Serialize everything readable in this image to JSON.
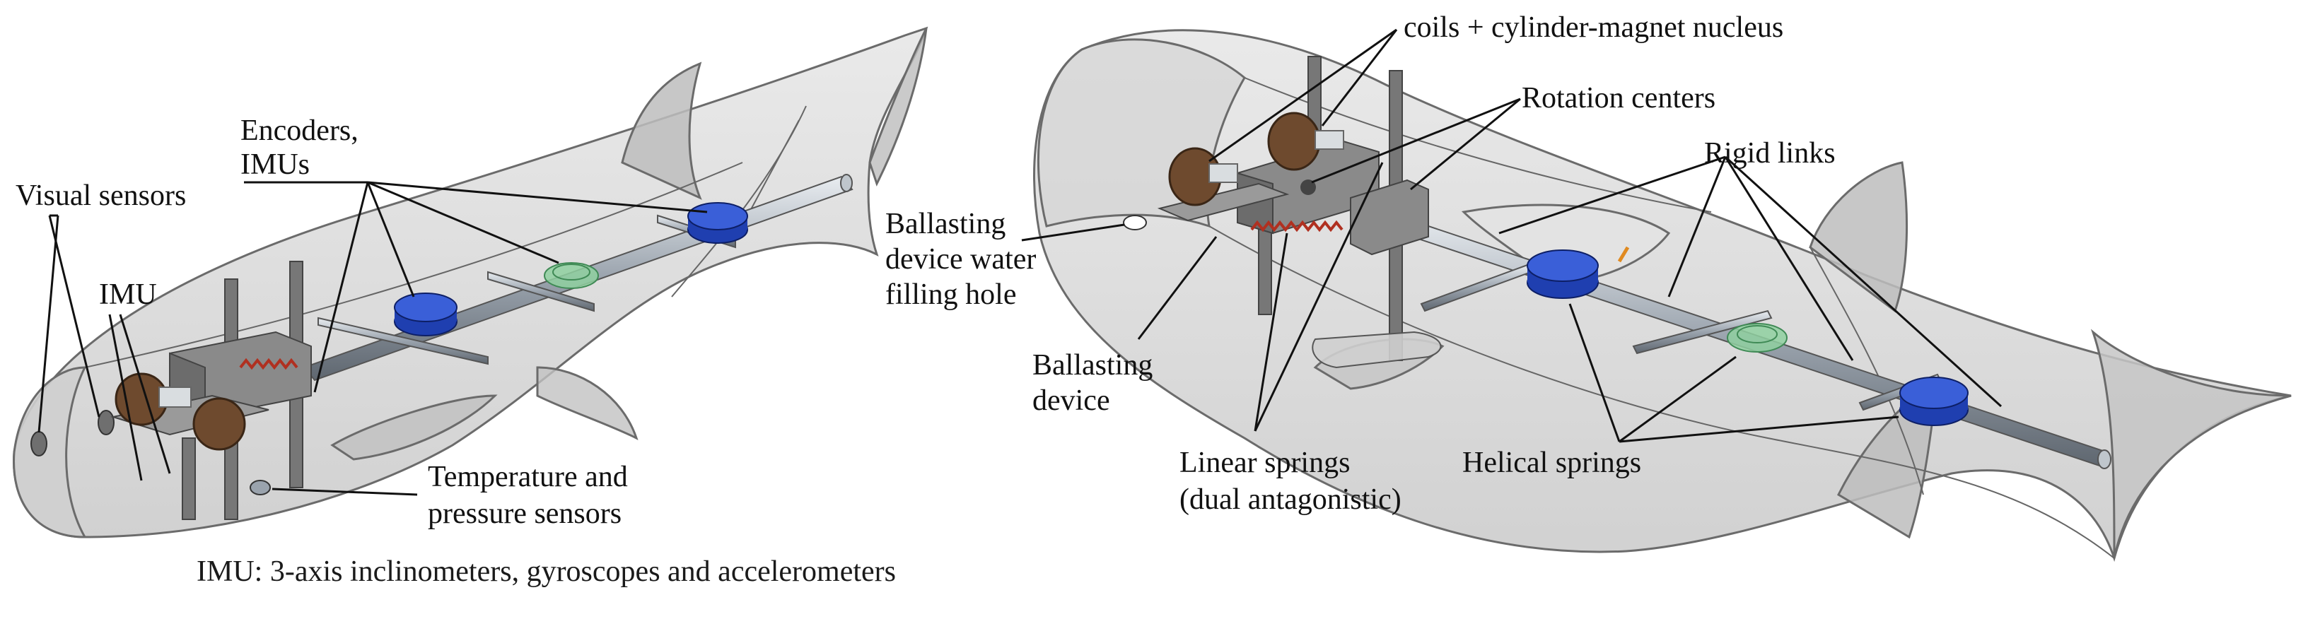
{
  "left_figure": {
    "labels": {
      "visual_sensors": "Visual sensors",
      "imu": "IMU",
      "encoders_line1": "Encoders,",
      "encoders_line2": "IMUs",
      "temperature_line1": "Temperature and",
      "temperature_line2": "pressure sensors"
    },
    "caption": "IMU: 3-axis inclinometers, gyroscopes and accelerometers"
  },
  "right_figure": {
    "labels": {
      "coils": "coils + cylinder-magnet nucleus",
      "rotation_centers": "Rotation centers",
      "rigid_links": "Rigid links",
      "ballast_hole_line1": "Ballasting",
      "ballast_hole_line2": "device water",
      "ballast_hole_line3": "filling hole",
      "ballast_device_line1": "Ballasting",
      "ballast_device_line2": "device",
      "linear_springs_line1": "Linear springs",
      "linear_springs_line2": "(dual antagonistic)",
      "helical_springs": "Helical springs"
    }
  },
  "colors": {
    "body_fill": "#d9d9d9",
    "body_stroke": "#6b6b6b",
    "rod": "#9aa3ad",
    "blue_component": "#1f3fb0",
    "green_spring": "#8fd0a0",
    "coil_brown": "#6e4a2e",
    "spring_red": "#b03020",
    "frame_gray": "#7a7a7a"
  }
}
